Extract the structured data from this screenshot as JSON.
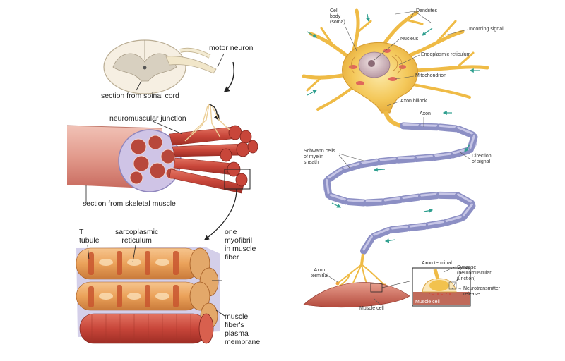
{
  "left_panel": {
    "labels": {
      "motor_neuron": "motor neuron",
      "spinal_section": "section from spinal cord",
      "nmj": "neuromuscular junction",
      "muscle_section": "section from skeletal muscle",
      "t_tubule": "T\ntubule",
      "sr": "sarcoplasmic\nreticulum",
      "myofibril": "one\nmyofibril\nin muscle\nfiber",
      "plasma_membrane": "muscle\nfiber's\nplasma\nmembrane"
    }
  },
  "right_panel": {
    "labels": {
      "cell_body": "Cell\nbody\n(soma)",
      "dendrites": "Dendrites",
      "incoming_signal": "Incoming signal",
      "nucleus": "Nucleus",
      "er": "Endoplasmic reticulum",
      "mitochondrion": "Mitochondrion",
      "axon_hillock": "Axon hillock",
      "axon": "Axon",
      "schwann": "Schwann cells\nof myelin\nsheath",
      "direction": "Direction\nof signal",
      "axon_terminal_left": "Axon\nterminal",
      "axon_terminal_inset": "Axon terminal",
      "synapse": "Synapse\n(neuromuscular\njunction)",
      "neurotransmitter": "Neurotransmitter\nrelease",
      "muscle_cell_inset": "Muscle cell",
      "muscle_cell": "Muscle cell"
    }
  },
  "colors": {
    "muscle_red": "#c8463a",
    "muscle_light": "#e6947e",
    "neuron_yellow": "#f2c24e",
    "myelin_purple": "#8c8fc4",
    "sheath_lavender": "#c7c6e6",
    "tubule_orange": "#eba25a",
    "arrow_teal": "#2f9f8f"
  }
}
